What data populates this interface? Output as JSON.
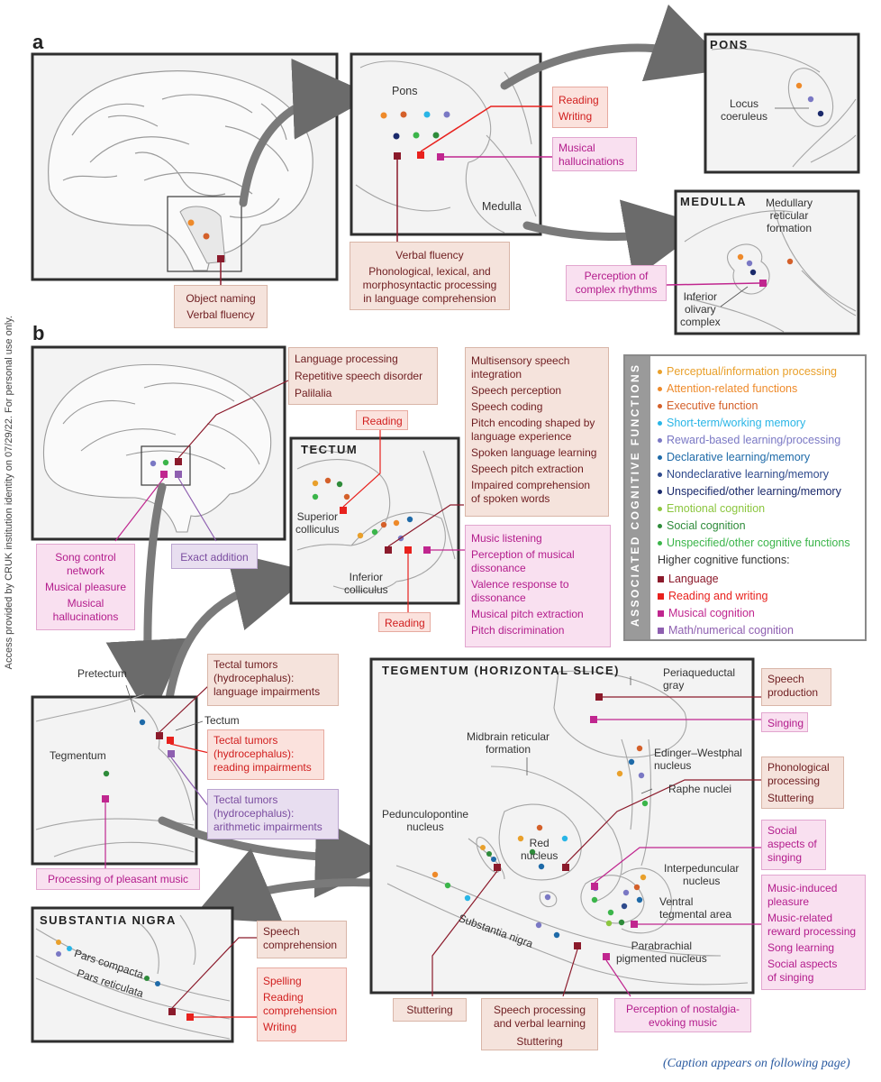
{
  "side_text": "Access provided by CRUK institution identity on 07/29/22. For personal use only.",
  "panel_a_label": "a",
  "panel_b_label": "b",
  "caption": "(Caption appears on following page)",
  "colors": {
    "perceptual": "#e9a02b",
    "attention": "#ee8a2a",
    "executive": "#d4602a",
    "short_term": "#29b5e6",
    "reward": "#7a78c4",
    "declarative": "#1e6aa8",
    "nondeclarative": "#2f4a8c",
    "unspecified_learning": "#1b2a6b",
    "emotional": "#8cc63f",
    "social": "#2e8b3a",
    "unspecified_other": "#3bb54a",
    "language": "#8b1a2b",
    "reading_writing": "#e8211d",
    "musical": "#c0268f",
    "math": "#8e5fb0"
  },
  "panel_a": {
    "pons_label": "Pons",
    "medulla_label": "Medulla",
    "pons_box_title": "PONS",
    "locus_label": "Locus\ncoeruleus",
    "medulla_box_title": "MEDULLA",
    "medullary_label": "Medullary\nreticular\nformation",
    "inferior_olivary_label": "Inferior\nolivary\ncomplex",
    "callout_object": [
      "Object naming",
      "Verbal fluency"
    ],
    "callout_reading": [
      "Reading",
      "Writing"
    ],
    "callout_musical_halluc": [
      "Musical",
      "hallucinations"
    ],
    "callout_verbal": [
      "Verbal fluency",
      "Phonological, lexical, and\nmorphosyntactic processing\nin language comprehension"
    ],
    "callout_rhythms": [
      "Perception of\ncomplex rhythms"
    ]
  },
  "panel_b": {
    "tectum_title": "TECTUM",
    "superior_colliculus": "Superior\ncolliculus",
    "inferior_colliculus": "Inferior\ncolliculus",
    "pretectum": "Pretectum",
    "tectum_label": "Tectum",
    "tegmentum_label": "Tegmentum",
    "tegmentum_box_title": "TEGMENTUM (HORIZONTAL SLICE)",
    "sn_title": "SUBSTANTIA NIGRA",
    "pars_compacta": "Pars compacta",
    "pars_reticulata": "Pars reticulata",
    "periaqueductal": "Periaqueductal\ngray",
    "midbrain_reticular": "Midbrain reticular\nformation",
    "edinger": "Edinger–Westphal\nnucleus",
    "raphe": "Raphe nuclei",
    "pedunculopontine": "Pedunculopontine\nnucleus",
    "red_nucleus": "Red\nnucleus",
    "interpeduncular": "Interpeduncular\nnucleus",
    "vta": "Ventral\ntegmental area",
    "substantia_nigra": "Substantia nigra",
    "parabrachial": "Parabrachial\npigmented nucleus",
    "callout_language_proc": [
      "Language processing",
      "Repetitive speech disorder",
      "Palilalia"
    ],
    "callout_reading_top": [
      "Reading"
    ],
    "callout_multisensory": [
      "Multisensory speech\nintegration",
      "Speech perception",
      "Speech coding",
      "Pitch encoding shaped by\nlanguage experience",
      "Spoken language learning",
      "Speech pitch extraction",
      "Impaired comprehension\nof spoken words"
    ],
    "callout_music_listening": [
      "Music listening",
      "Perception of musical\ndissonance",
      "Valence response to\ndissonance",
      "Musical pitch extraction",
      "Pitch discrimination"
    ],
    "callout_reading_bottom": [
      "Reading"
    ],
    "callout_song": [
      "Song control\nnetwork",
      "Musical pleasure",
      "Musical\nhallucinations"
    ],
    "callout_exact": [
      "Exact addition"
    ],
    "callout_tectal_lang": [
      "Tectal tumors\n(hydrocephalus):\nlanguage impairments"
    ],
    "callout_tectal_read": [
      "Tectal tumors\n(hydrocephalus):\nreading impairments"
    ],
    "callout_tectal_arith": [
      "Tectal tumors\n(hydrocephalus):\narithmetic impairments"
    ],
    "callout_pleasant": [
      "Processing of pleasant music"
    ],
    "callout_speech_prod": [
      "Speech\nproduction"
    ],
    "callout_singing": [
      "Singing"
    ],
    "callout_phonological": [
      "Phonological\nprocessing",
      "Stuttering"
    ],
    "callout_social_singing": [
      "Social\naspects of\nsinging"
    ],
    "callout_music_induced": [
      "Music-induced\npleasure",
      "Music-related\nreward processing",
      "Song learning",
      "Social aspects\nof singing"
    ],
    "callout_speech_comp": [
      "Speech\ncomprehension"
    ],
    "callout_spelling": [
      "Spelling",
      "Reading\ncomprehension",
      "Writing"
    ],
    "callout_stuttering": [
      "Stuttering"
    ],
    "callout_speech_verbal": [
      "Speech processing\nand verbal learning",
      "Stuttering"
    ],
    "callout_nostalgia": [
      "Perception of nostalgia-\nevoking music"
    ]
  },
  "legend": {
    "side_title": "ASSOCIATED COGNITIVE FUNCTIONS",
    "dot_items": [
      {
        "label": "Perceptual/information processing",
        "color": "#e9a02b"
      },
      {
        "label": "Attention-related functions",
        "color": "#ee8a2a"
      },
      {
        "label": "Executive function",
        "color": "#d4602a"
      },
      {
        "label": "Short-term/working memory",
        "color": "#29b5e6"
      },
      {
        "label": "Reward-based learning/processing",
        "color": "#7a78c4"
      },
      {
        "label": "Declarative learning/memory",
        "color": "#1e6aa8"
      },
      {
        "label": "Nondeclarative learning/memory",
        "color": "#2f4a8c"
      },
      {
        "label": "Unspecified/other learning/memory",
        "color": "#1b2a6b"
      },
      {
        "label": "Emotional cognition",
        "color": "#8cc63f"
      },
      {
        "label": "Social cognition",
        "color": "#2e8b3a"
      },
      {
        "label": "Unspecified/other cognitive functions",
        "color": "#3bb54a"
      }
    ],
    "higher_header": "Higher cognitive functions:",
    "square_items": [
      {
        "label": "Language",
        "color": "#8b1a2b"
      },
      {
        "label": "Reading and writing",
        "color": "#e8211d"
      },
      {
        "label": "Musical cognition",
        "color": "#c0268f"
      },
      {
        "label": "Math/numerical cognition",
        "color": "#8e5fb0"
      }
    ]
  }
}
